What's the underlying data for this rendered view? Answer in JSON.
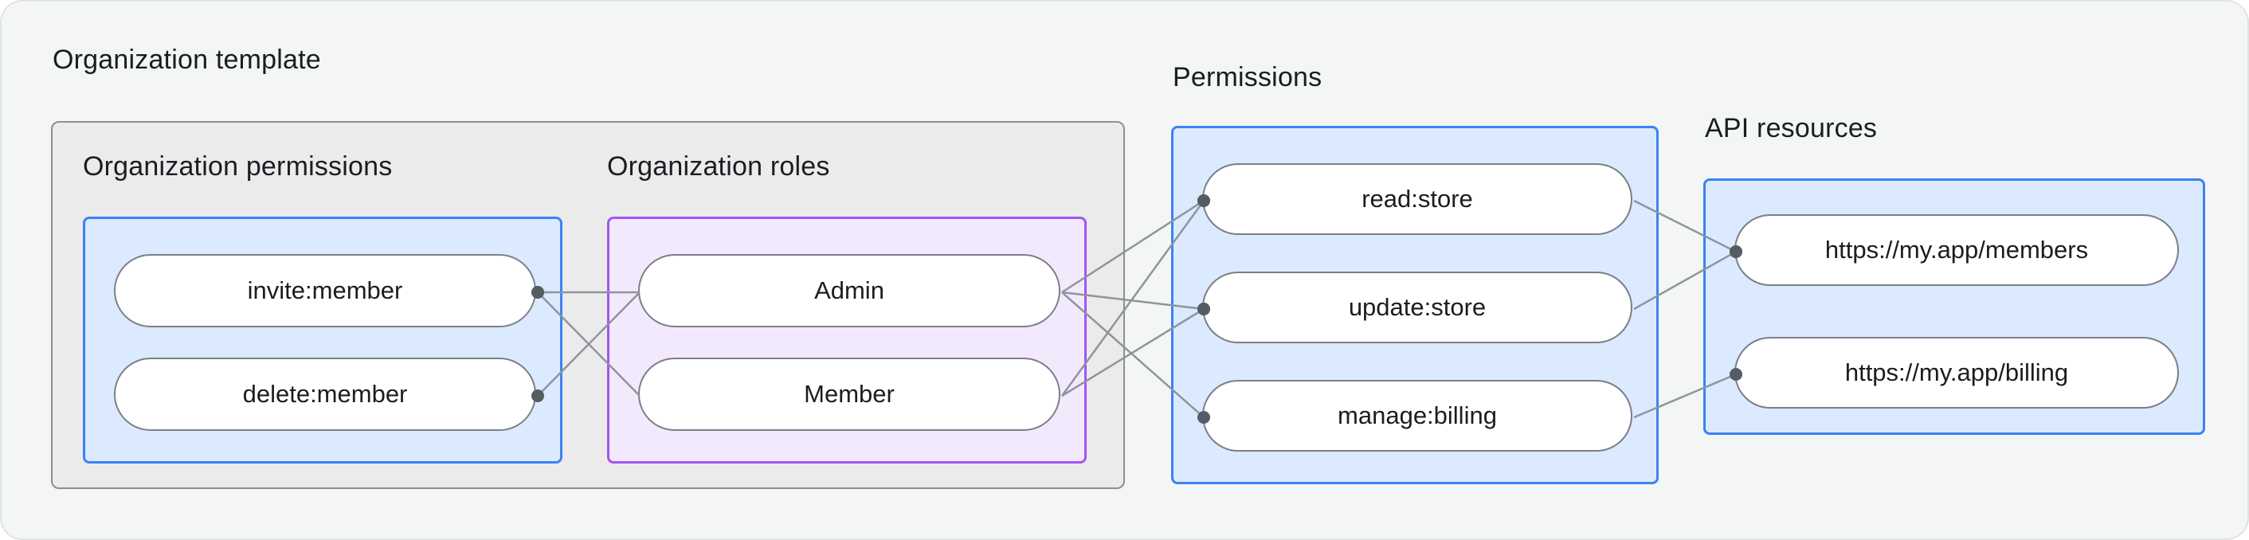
{
  "diagram": {
    "groups": {
      "org_template": {
        "label": "Organization template"
      },
      "org_permissions": {
        "label": "Organization permissions"
      },
      "org_roles": {
        "label": "Organization roles"
      },
      "permissions": {
        "label": "Permissions"
      },
      "api_resources": {
        "label": "API resources"
      }
    },
    "nodes": {
      "invite_member": {
        "label": "invite:member"
      },
      "delete_member": {
        "label": "delete:member"
      },
      "admin": {
        "label": "Admin"
      },
      "member": {
        "label": "Member"
      },
      "read_store": {
        "label": "read:store"
      },
      "update_store": {
        "label": "update:store"
      },
      "manage_billing": {
        "label": "manage:billing"
      },
      "api_members": {
        "label": "https://my.app/members"
      },
      "api_billing": {
        "label": "https://my.app/billing"
      }
    },
    "edges": [
      {
        "from": "invite_member",
        "to": "admin",
        "dot": "from"
      },
      {
        "from": "invite_member",
        "to": "member",
        "dot": "from"
      },
      {
        "from": "delete_member",
        "to": "admin",
        "dot": "from"
      },
      {
        "from": "admin",
        "to": "read_store",
        "dot": "to"
      },
      {
        "from": "admin",
        "to": "update_store",
        "dot": "to"
      },
      {
        "from": "admin",
        "to": "manage_billing",
        "dot": "to"
      },
      {
        "from": "member",
        "to": "read_store",
        "dot": "to"
      },
      {
        "from": "member",
        "to": "update_store",
        "dot": "to"
      },
      {
        "from": "read_store",
        "to": "api_members",
        "dot": "to"
      },
      {
        "from": "update_store",
        "to": "api_members",
        "dot": "to"
      },
      {
        "from": "manage_billing",
        "to": "api_billing",
        "dot": "to"
      }
    ],
    "colors": {
      "canvas_bg": "#f4f6f5",
      "canvas_border": "#e0e4e1",
      "gray_box_bg": "#ebebeb",
      "gray_box_border": "#8e8e8e",
      "blue_box_bg": "#dbeafe",
      "blue_box_border": "#3b82f6",
      "purple_box_bg": "#f3e9fd",
      "purple_box_border": "#a055f5",
      "pill_bg": "#ffffff",
      "pill_border": "#7b7f85",
      "edge_line": "#8e959c",
      "edge_dot": "#565c63",
      "text": "#1a1d21"
    }
  }
}
